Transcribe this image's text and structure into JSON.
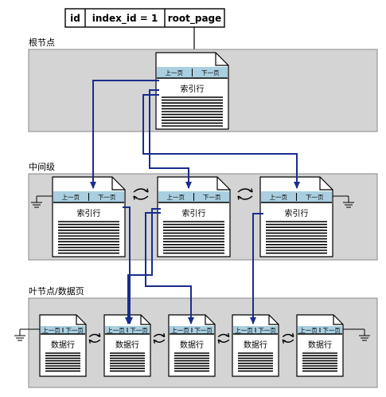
{
  "header": {
    "cells": [
      "id",
      "index_id = 1",
      "root_page"
    ]
  },
  "levels": {
    "root": "根节点",
    "intermediate": "中间级",
    "leaf": "叶节点/数据页"
  },
  "page": {
    "prev": "上一页",
    "next": "下一页",
    "index_row": "索引行",
    "data_row": "数据行"
  },
  "colors": {
    "band": "#d4d4d4",
    "header_strip": "#a9cfe0",
    "arrow": "#1a2d8c",
    "line": "#000000"
  }
}
